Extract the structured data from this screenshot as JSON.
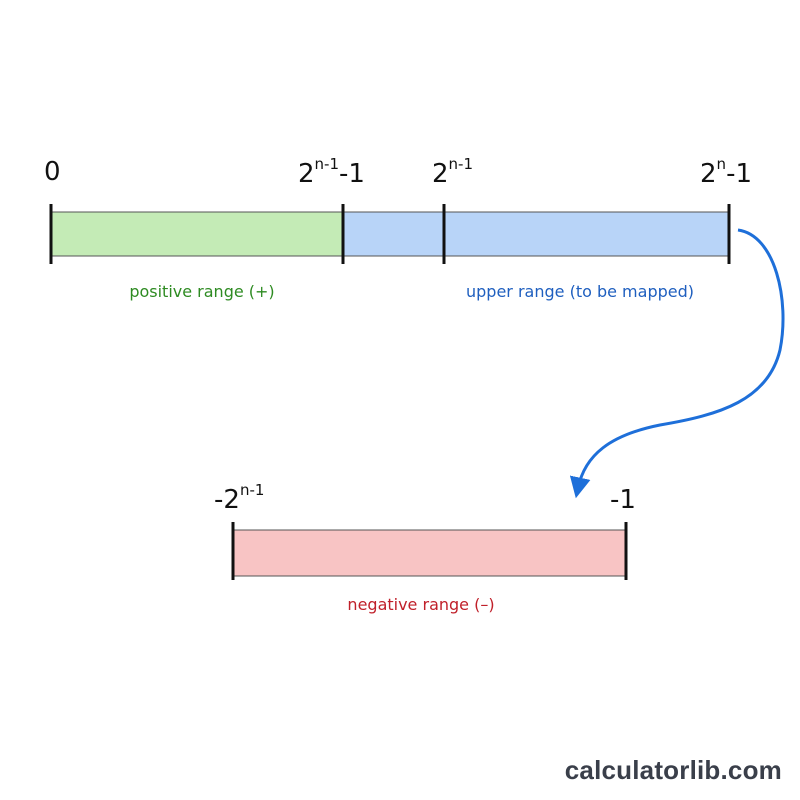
{
  "diagram": {
    "top_labels": {
      "zero": {
        "base": "0"
      },
      "half_minus_one": {
        "base": "2",
        "exp": "n-1",
        "suffix": "-1"
      },
      "half": {
        "base": "2",
        "exp": "n-1"
      },
      "full_minus_one": {
        "base": "2",
        "exp": "n",
        "suffix": "-1"
      }
    },
    "bottom_labels": {
      "neg_half": {
        "base": "-2",
        "exp": "n-1"
      },
      "minus_one": {
        "base": "-1"
      }
    },
    "ranges": {
      "positive": {
        "label": "positive range (+)",
        "fill": "#c4ebb6",
        "text_color": "#2e8b22"
      },
      "upper": {
        "label": "upper range (to be mapped)",
        "fill": "#b8d4f8",
        "text_color": "#1f5fbf"
      },
      "negative": {
        "label": "negative range (–)",
        "fill": "#f8c4c4",
        "text_color": "#c0202a"
      }
    },
    "arrow_color": "#1e6fd9"
  },
  "watermark": "calculatorlib.com"
}
